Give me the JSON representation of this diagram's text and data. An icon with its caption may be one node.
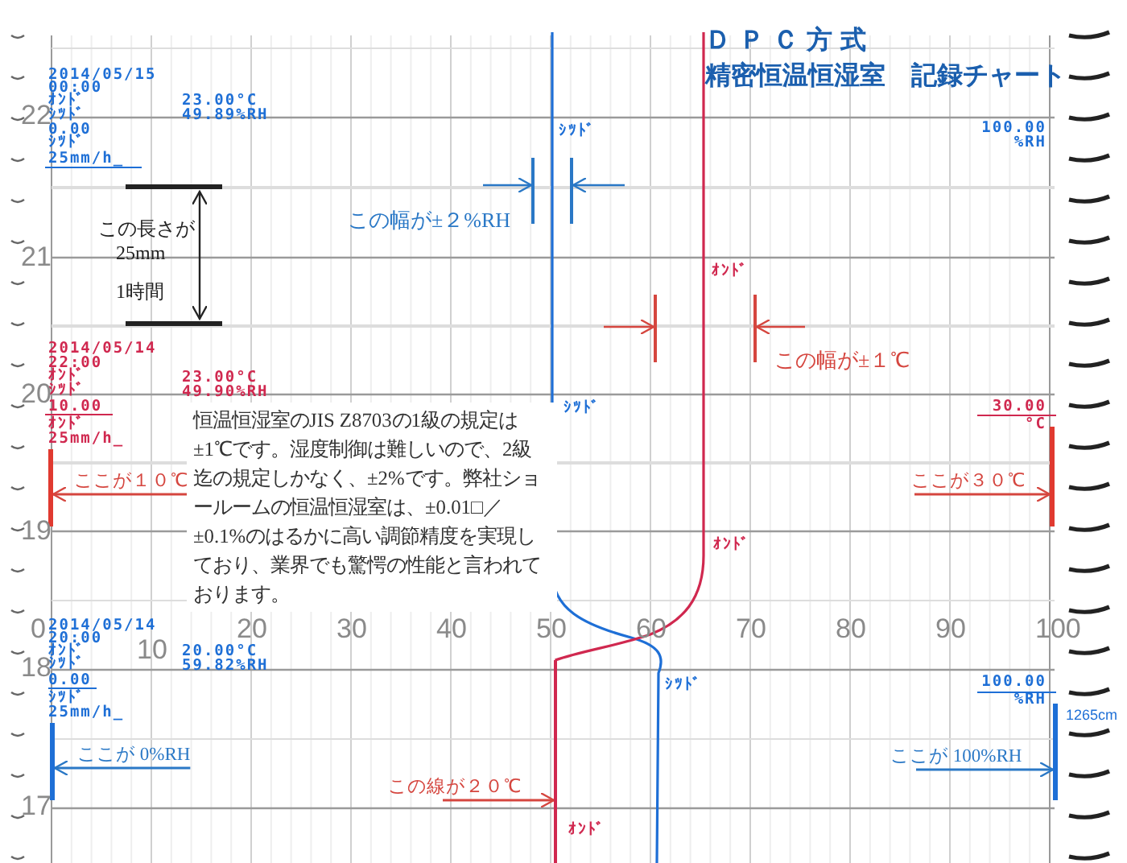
{
  "diagram": {
    "title": "ＤＰＣ方式",
    "nodes": [
      {
        "text": [
          "ここが１０℃"
        ]
      },
      {
        "text": [
          "ここが３０℃"
        ]
      },
      {
        "text": [
          "ここが 0%RH"
        ]
      },
      {
        "text": [
          "ここが 100%RH"
        ]
      },
      {
        "text": [
          "この線が２０℃"
        ]
      },
      {
        "text": [],
        "shape": "bar"
      },
      {
        "text": [],
        "shape": "bar"
      },
      {
        "text": [],
        "shape": "bar"
      },
      {
        "text": [],
        "shape": "bar"
      },
      {
        "text": [],
        "shape": "line"
      }
    ],
    "edges": [
      {
        "from": 0,
        "to": 5,
        "arrow": "to"
      },
      {
        "from": 1,
        "to": 6,
        "arrow": "to"
      },
      {
        "from": 2,
        "to": 7,
        "arrow": "to",
        "color": "#2a78c6"
      },
      {
        "from": 3,
        "to": 8,
        "arrow": "to",
        "color": "#2a78c6"
      },
      {
        "from": 4,
        "to": 9,
        "arrow": "to"
      }
    ],
    "labels": [
      "精密恒温恒湿室　記録チャート",
      "2014/05/15",
      "00:00",
      "ｵﾝﾄﾞ",
      "23.00°C",
      "ｼﾂﾄﾞ",
      "49.89%RH",
      "0.00",
      "ｼﾂﾄﾞ",
      "25mm/h_",
      "22",
      "ｼﾂﾄﾞ",
      "100.00",
      "%RH",
      "この幅が±２%RH",
      "この長さが",
      "25mm",
      "1時間",
      "21",
      "ｵﾝﾄﾞ",
      "この幅が±１℃",
      "2014/05/14",
      "22:00",
      "ｵﾝﾄﾞ",
      "23.00°C",
      "ｼﾂﾄﾞ",
      "49.90%RH",
      "10.00",
      "ｵﾝﾄﾞ",
      "25mm/h_",
      "20",
      "ｼﾂﾄﾞ",
      "30.00",
      "°C",
      "恒温恒湿室のJIS Z8703の1級の規定は ±1℃です。湿度制御は難しいので、2級迄の規定しかなく、±2%です。弊社ショールームの恒温恒湿室は、±0.01□／±0.1%のはるかに高い調節精度を実現しており、業界でも驚愕の性能と言われております。",
      "19",
      "ｵﾝﾄﾞ",
      "2014/05/14",
      "20:00",
      "ｵﾝﾄﾞ",
      "20.00°C",
      "ｼﾂﾄﾞ",
      "59.82%RH",
      "0.00",
      "ｼﾂﾄﾞ",
      "25mm/h_",
      "0",
      "10",
      "20",
      "30",
      "40",
      "50",
      "60",
      "70",
      "80",
      "90",
      "100",
      "18",
      "ｼﾂﾄﾞ",
      "100.00",
      "%RH",
      "1265cm",
      "17",
      "ｵﾝﾄﾞ"
    ]
  }
}
